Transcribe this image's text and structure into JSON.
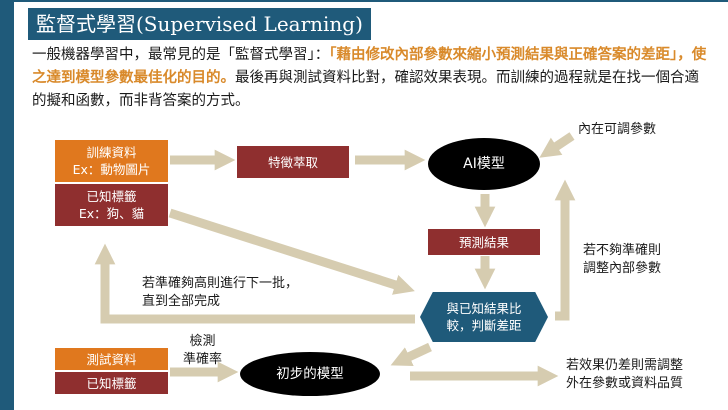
{
  "title": "監督式學習(Supervised Learning)",
  "paragraph": {
    "before": "一般機器學習中，最常見的是「監督式學習」：",
    "highlight": "「藉由修改內部參數來縮小預測結果與正確答案的差距」，使之達到模型參數最佳化的目的。",
    "after": "最後再與測試資料比對，確認效果表現。而訓練的過程就是在找一個合適的擬和函數，而非背答案的方式。"
  },
  "diagram": {
    "train_data_line1": "訓練資料",
    "train_data_line2": "Ex：動物圖片",
    "known_label_line1": "已知標籤",
    "known_label_line2": "Ex：狗、貓",
    "feature_extract": "特徵萃取",
    "ai_model": "AI模型",
    "internal_params": "內在可調參數",
    "prediction": "預測結果",
    "compare_line1": "與已知結果比",
    "compare_line2": "較，判斷差距",
    "adjust_line1": "若不夠準確則",
    "adjust_line2": "調整內部參數",
    "next_batch_line1": "若準確夠高則進行下一批，",
    "next_batch_line2": "直到全部完成",
    "test_data": "測試資料",
    "test_label": "已知標籤",
    "check_line1": "檢測",
    "check_line2": "準確率",
    "initial_model": "初步的模型",
    "result_line1": "若效果仍差則需調整",
    "result_line2": "外在參數或資料品質"
  },
  "colors": {
    "theme_blue": "#1f5a7a",
    "orange": "#e0781e",
    "maroon": "#8f2f2f",
    "arrow": "#d6ccb0",
    "highlight_text": "#d98a2b"
  }
}
